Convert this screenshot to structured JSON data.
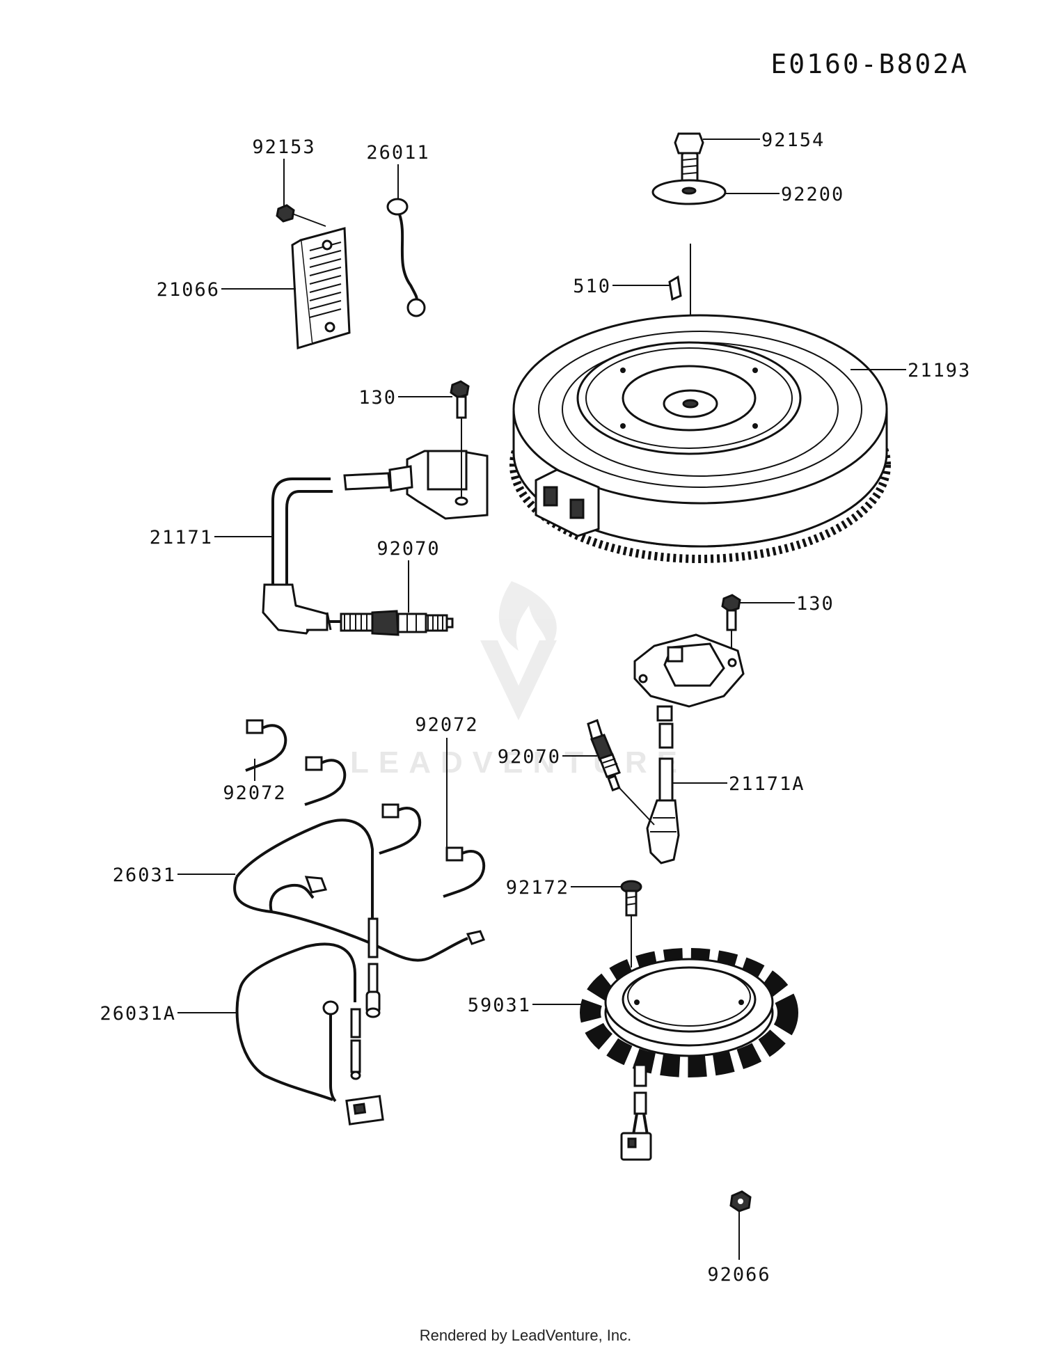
{
  "diagram": {
    "code": "E0160-B802A",
    "footer": "Rendered by LeadVenture, Inc.",
    "watermark": "LEADVENTURE",
    "labels": {
      "l92153": "92153",
      "l26011": "26011",
      "l21066": "21066",
      "l92154": "92154",
      "l92200": "92200",
      "l510": "510",
      "l21193": "21193",
      "l130a": "130",
      "l21171": "21171",
      "l92070a": "92070",
      "l130b": "130",
      "l92072a": "92072",
      "l92072b": "92072",
      "l92070b": "92070",
      "l21171A": "21171A",
      "l26031": "26031",
      "l92172": "92172",
      "l26031A": "26031A",
      "l59031": "59031",
      "l92066": "92066"
    }
  }
}
